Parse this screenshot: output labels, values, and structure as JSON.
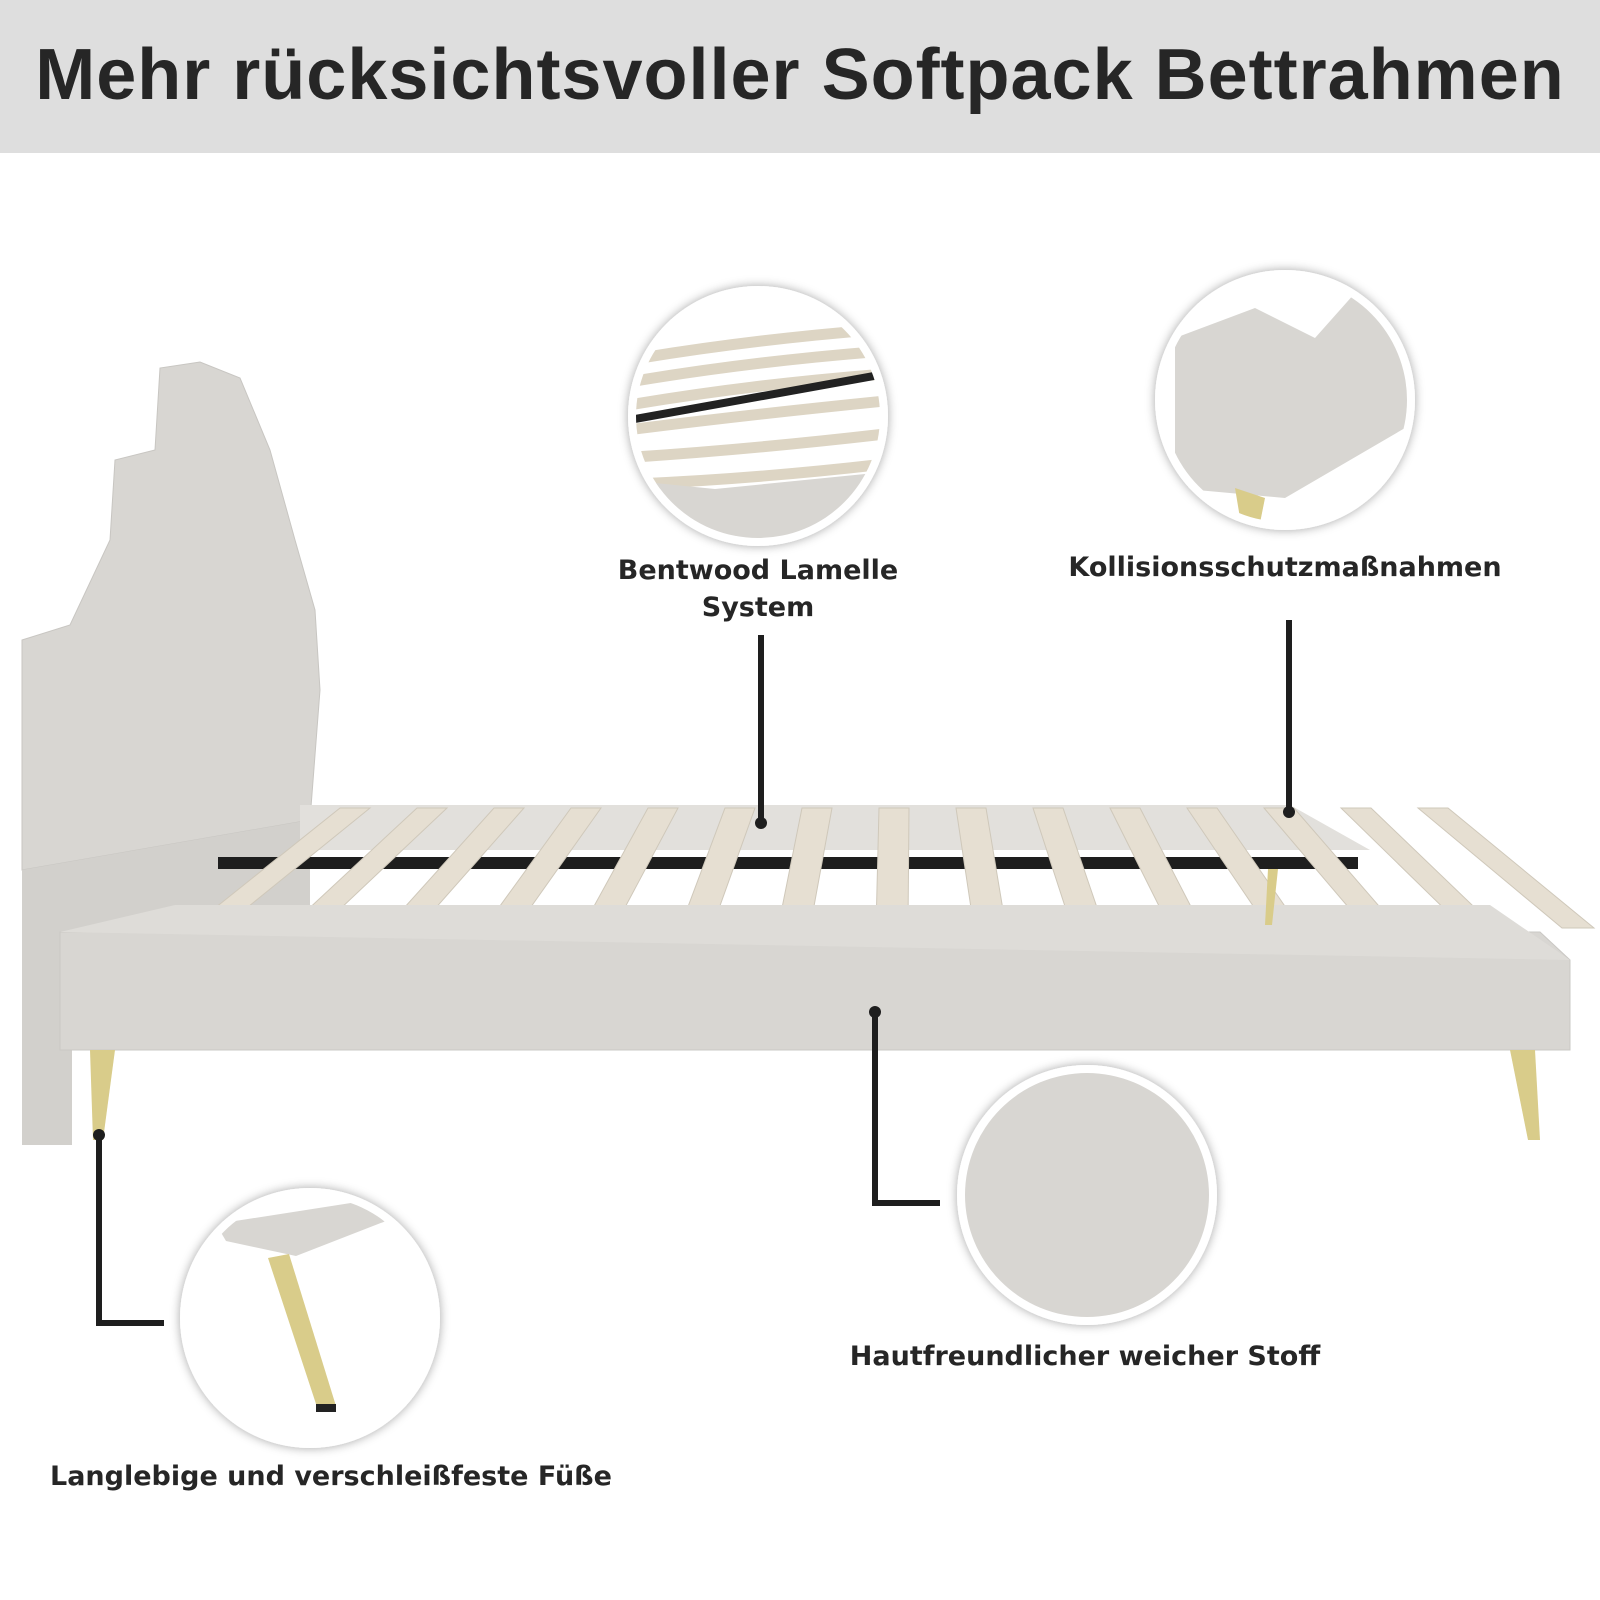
{
  "header": {
    "title": "Mehr rücksichtsvoller Softpack Bettrahmen"
  },
  "callouts": {
    "slats": {
      "line1": "Bentwood Lamelle",
      "line2": "System"
    },
    "collision": {
      "label": "Kollisionsschutzmaßnahmen"
    },
    "fabric": {
      "label": "Hautfreundlicher weicher Stoff"
    },
    "legs": {
      "label": "Langlebige und verschleißfeste Füße"
    }
  },
  "colors": {
    "header_bg": "#dedede",
    "text": "#262626",
    "fabric": "#d8d6d2",
    "slat": "#e6dfd2",
    "leg": "#d9cc8a"
  }
}
